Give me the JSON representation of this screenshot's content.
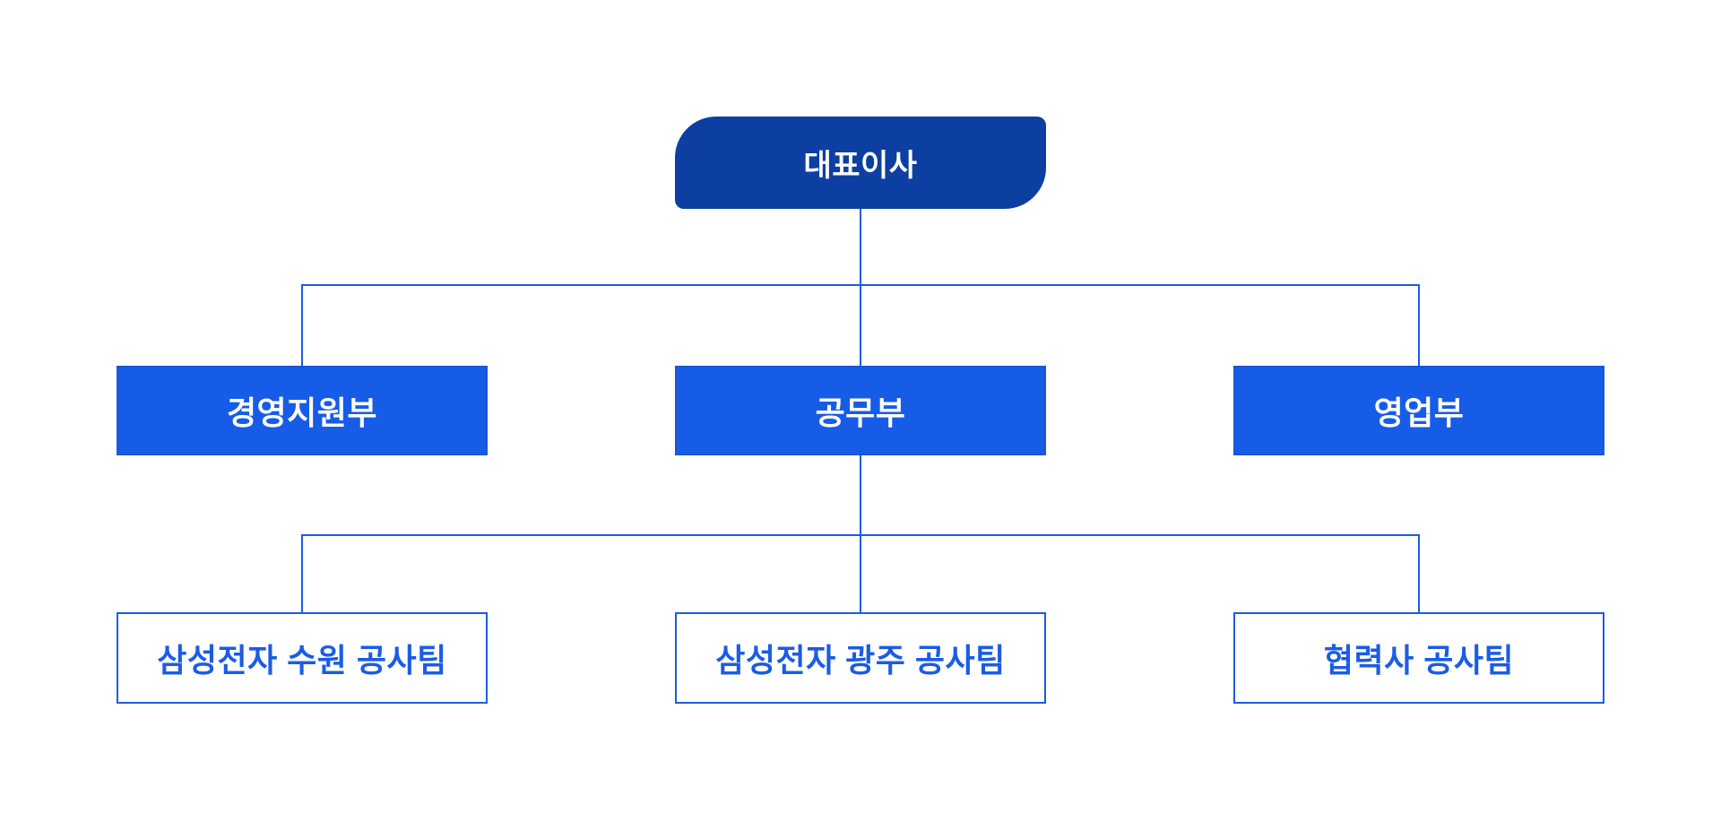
{
  "org_chart": {
    "root": {
      "label": "대표이사",
      "level": 1
    },
    "departments": [
      {
        "label": "경영지원부",
        "level": 2
      },
      {
        "label": "공무부",
        "level": 2
      },
      {
        "label": "영업부",
        "level": 2
      }
    ],
    "teams": [
      {
        "label": "삼성전자 수원 공사팀",
        "level": 3,
        "parent": "공무부"
      },
      {
        "label": "삼성전자 광주 공사팀",
        "level": 3,
        "parent": "공무부"
      },
      {
        "label": "협력사 공사팀",
        "level": 3,
        "parent": "공무부"
      }
    ]
  },
  "colors": {
    "background": "#ffffff",
    "root-bg": "#0d3fa2",
    "root-text": "#ffffff",
    "dept-bg": "#175ce6",
    "dept-border": "#1a55d4",
    "dept-text": "#ffffff",
    "team-bg": "#ffffff",
    "team-text": "#1b5ce6",
    "line": "#1b5ce6"
  }
}
